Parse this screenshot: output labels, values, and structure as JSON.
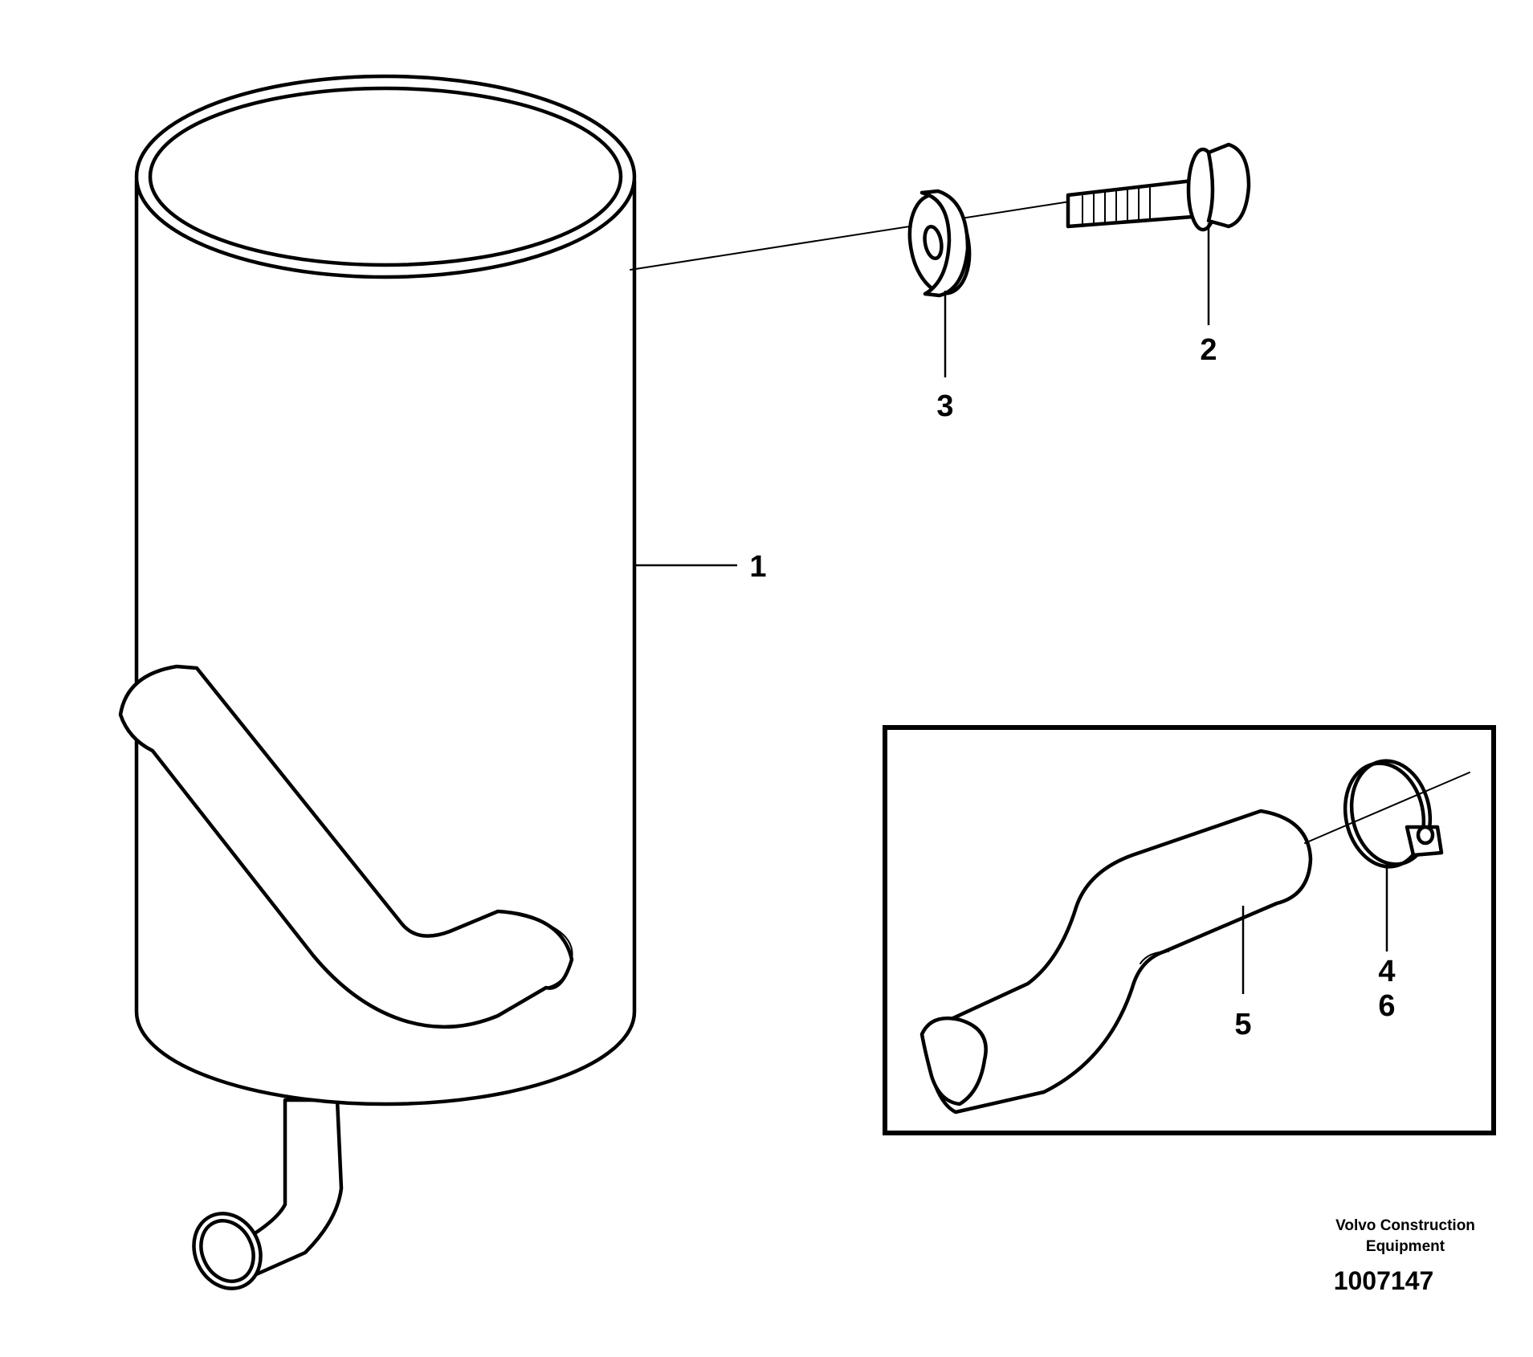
{
  "callouts": {
    "part_1": "1",
    "part_2": "2",
    "part_3": "3",
    "part_4": "4",
    "part_5": "5",
    "part_6": "6"
  },
  "footer": {
    "brand_line_1": "Volvo Construction",
    "brand_line_2": "Equipment",
    "drawing_number": "1007147"
  }
}
